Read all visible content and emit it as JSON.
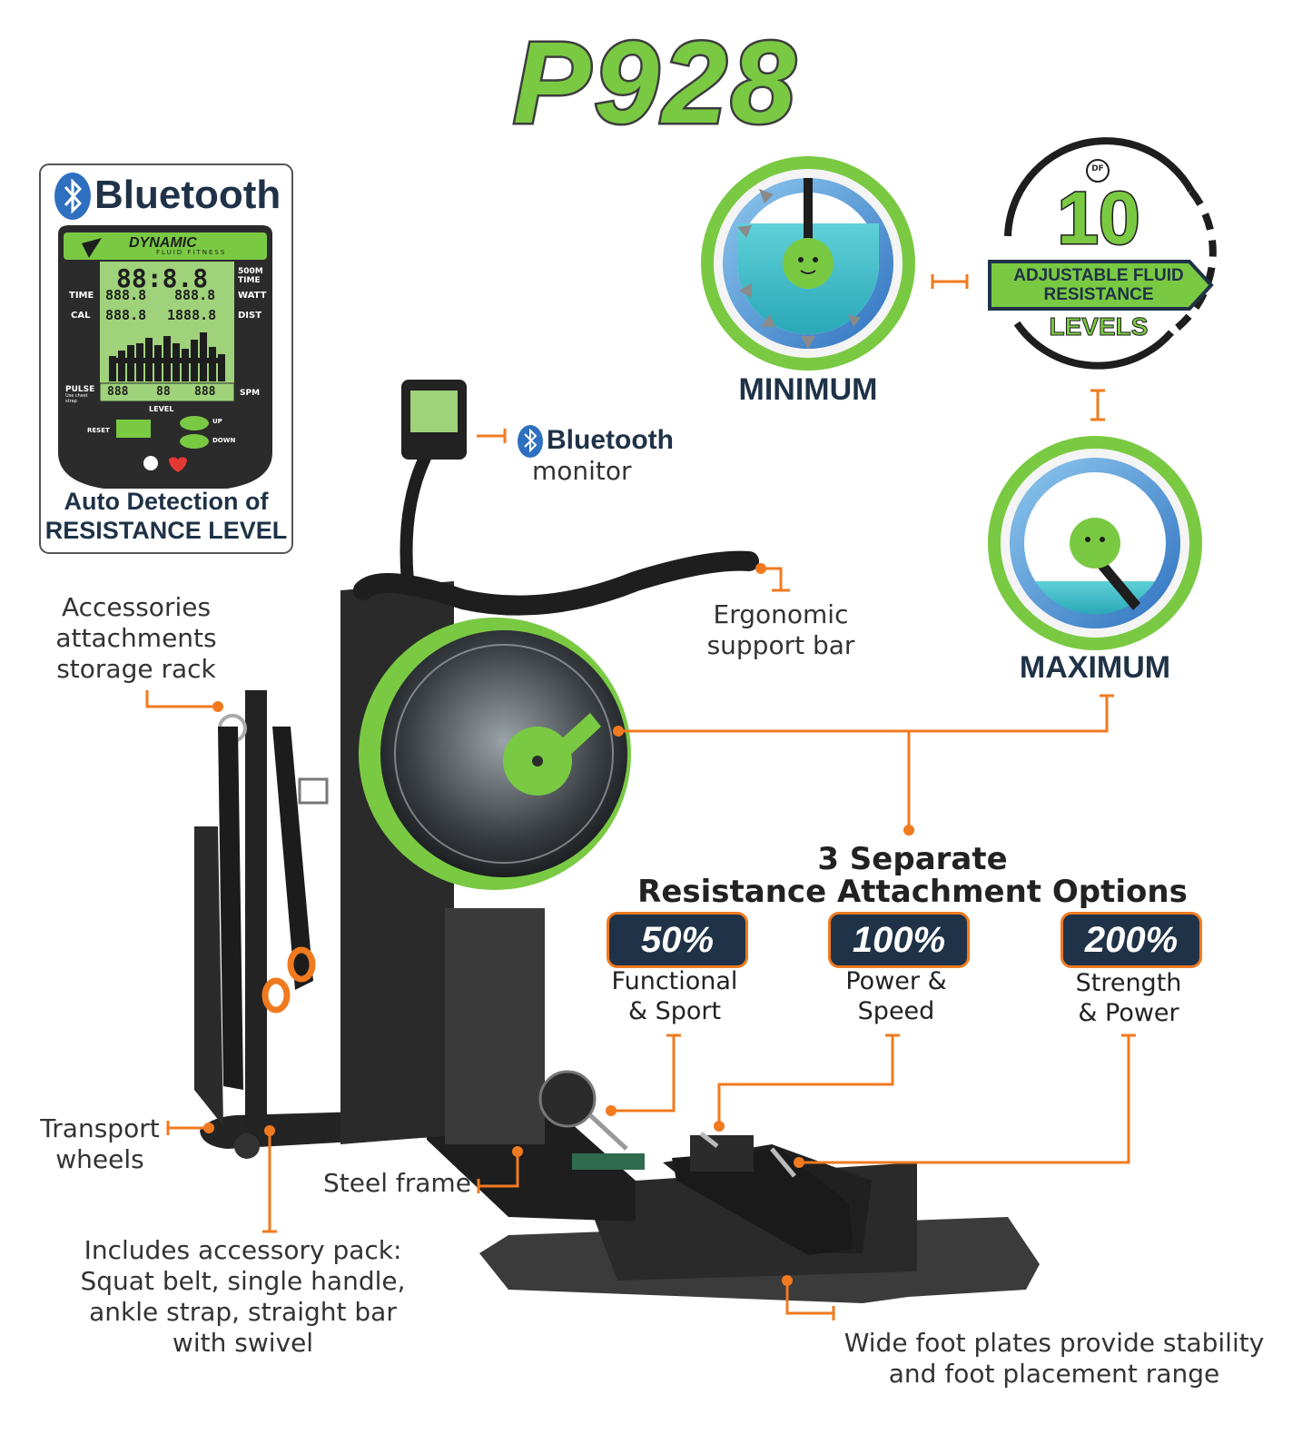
{
  "title": "P928",
  "bluetooth_card": {
    "brand": "Bluetooth",
    "console_brand": "DYNAMIC",
    "console_sub": "FLUID FITNESS",
    "lcd_time": "500M TIME",
    "lcd_time_l": "TIME",
    "lcd_watt": "WATT",
    "lcd_cal": "CAL",
    "lcd_dist": "DIST",
    "lcd_pulse": "PULSE",
    "lcd_pulse_note": "Use chest strap",
    "lcd_spm": "SPM",
    "lcd_level": "LEVEL",
    "btn_reset": "RESET",
    "btn_up": "UP",
    "btn_down": "DOWN",
    "seg_main": "88:8.8",
    "seg_row1a": "888.8",
    "seg_row1b": "888.8",
    "seg_row2a": "888.8",
    "seg_row2b": "1888.8",
    "seg_row3a": "888",
    "seg_row3b": "88",
    "seg_row3c": "888",
    "caption_line1": "Auto Detection of",
    "caption_line2": "RESISTANCE LEVEL"
  },
  "callouts": {
    "bt_monitor_brand": "Bluetooth",
    "bt_monitor_label": "monitor",
    "storage_rack": [
      "Accessories",
      "attachments",
      "storage rack"
    ],
    "support_bar": [
      "Ergonomic",
      "support bar"
    ],
    "transport": [
      "Transport",
      "wheels"
    ],
    "steel_frame": "Steel frame",
    "accessory_pack": [
      "Includes accessory pack:",
      "Squat belt, single handle,",
      "ankle strap, straight bar",
      "with swivel"
    ],
    "foot_plates": [
      "Wide foot plates provide stability",
      "and foot placement range"
    ]
  },
  "dials": {
    "minimum": "MINIMUM",
    "maximum": "MAXIMUM",
    "badge_number": "10",
    "badge_line1": "ADJUSTABLE FLUID",
    "badge_line2": "RESISTANCE",
    "badge_line3": "LEVELS",
    "badge_logo": "DF"
  },
  "resistance": {
    "heading1": "3 Separate",
    "heading2": "Resistance Attachment Options",
    "options": [
      {
        "pct": "50%",
        "line1": "Functional",
        "line2": "& Sport"
      },
      {
        "pct": "100%",
        "line1": "Power &",
        "line2": "Speed"
      },
      {
        "pct": "200%",
        "line1": "Strength",
        "line2": "& Power"
      }
    ]
  },
  "colors": {
    "green": "#7ac943",
    "orange": "#f07a1f",
    "navy": "#1f3247",
    "dark": "#2b2b2b"
  }
}
